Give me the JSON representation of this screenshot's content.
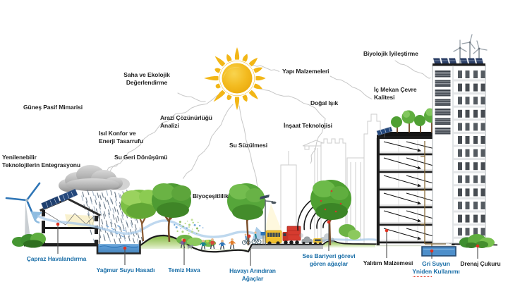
{
  "title": "Sürdürülebilir mimari bilgilendirme diyagramı",
  "colors": {
    "label_black": "#1f1f1f",
    "label_blue": "#1b6fa8",
    "marker_red": "#e0301e",
    "sun_gold": "#f2b616",
    "connector_gray": "#c7c7c7",
    "water_blue": "#5b9bd5",
    "foliage_green": "#4f9f33",
    "grass_green": "#8cbf4a"
  },
  "labels": {
    "gunes_pasif": "Güneş Pasif Mimarisi",
    "saha": "Saha ve Ekolojik\nDeğerlendirme",
    "arazi": "Arazi Çözünürlüğü\nAnalizi",
    "isil": "Isıl Konfor ve\nEnerji Tasarrufu",
    "su_geri": "Su Geri Dönüşümü",
    "yenilenebilir": "Yenilenebilir\nTeknolojilerin Entegrasyonu",
    "su_suzulmesi": "Su Süzülmesi",
    "biyocesitlilik": "Biyoçeşitlilik",
    "yapi_malzemeleri": "Yapı Malzemeleri",
    "dogal_isik": "Doğal Işık",
    "insaat": "İnşaat Teknolojisi",
    "biyolojik": "Biyolojik İyileştirme",
    "ic_mekan": "İç Mekan Çevre\nKalitesi",
    "capraz": "Çapraz Havalandırma",
    "yagmur": "Yağmur Suyu Hasadı",
    "temiz_hava": "Temiz Hava",
    "havayi": "Havayı Arındıran\nAğaçlar",
    "ses_bariyeri": "Ses Bariyeri görevi\ngören ağaçlar",
    "yalitim": "Yalıtım Malzemesi",
    "gri_suyun": "Gri Suyun\nYniden Kullanımı",
    "drenaj": "Drenaj Çukuru"
  }
}
